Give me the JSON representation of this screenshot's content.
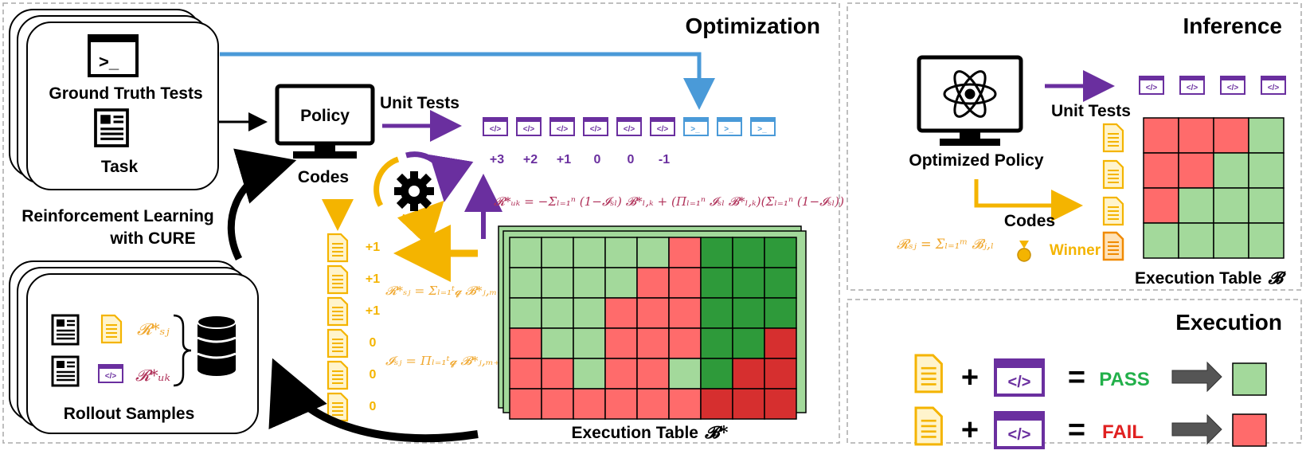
{
  "optimization": {
    "title": "Optimization",
    "ground_truth_tests_label": "Ground Truth Tests",
    "task_label": "Task",
    "policy_label": "Policy",
    "codes_label": "Codes",
    "unit_tests_label": "Unit Tests",
    "test_rewards": [
      "+3",
      "+2",
      "+1",
      "0",
      "0",
      "-1"
    ],
    "code_rewards": [
      "+1",
      "+1",
      "+1",
      "0",
      "0",
      "0"
    ],
    "rl_label_line1": "Reinforcement Learning",
    "rl_label_line2_prefix": "with ",
    "rl_label_line2_bold": "CURE",
    "rollout_label": "Rollout Samples",
    "execution_table_label": "Execution Table",
    "execution_table_symbol": "𝓑*",
    "formula_unit_test_reward": "𝓡*ᵤₖ = −Σₗ₌₁ⁿ (1−𝓘ₛₗ) 𝓑*ₗ,ₖ + (Πₗ₌₁ⁿ 𝓘ₛₗ 𝓑*ₗ,ₖ)(Σₗ₌₁ⁿ (1−𝓘ₛₗ))",
    "formula_code_reward": "𝓡*ₛⱼ = Σₗ₌₁ᵗ𝓺 𝓑*ⱼ,ₘ₊ₗ",
    "formula_indicator": "𝓘ₛⱼ = Πₗ₌₁ᵗ𝓺 𝓑*ⱼ,ₘ₊ₗ",
    "rollout_code_reward": "𝓡*ₛⱼ",
    "rollout_test_reward": "𝓡*ᵤₖ",
    "execution_matrix": [
      [
        "lg",
        "lg",
        "lg",
        "lg",
        "lg",
        "r",
        "dg",
        "dg",
        "dg"
      ],
      [
        "lg",
        "lg",
        "lg",
        "lg",
        "r",
        "r",
        "dg",
        "dg",
        "dg"
      ],
      [
        "lg",
        "lg",
        "lg",
        "r",
        "r",
        "r",
        "dg",
        "dg",
        "dg"
      ],
      [
        "r",
        "lg",
        "lg",
        "r",
        "r",
        "r",
        "dg",
        "dg",
        "dr"
      ],
      [
        "r",
        "r",
        "lg",
        "r",
        "r",
        "lg",
        "dg",
        "dr",
        "dr"
      ],
      [
        "r",
        "r",
        "r",
        "r",
        "r",
        "r",
        "dr",
        "dr",
        "dr"
      ]
    ]
  },
  "inference": {
    "title": "Inference",
    "optimized_policy_label": "Optimized Policy",
    "unit_tests_label": "Unit Tests",
    "codes_label": "Codes",
    "winner_label": "Winner",
    "execution_table_label": "Execution Table",
    "execution_table_symbol": "𝓑",
    "formula_code_score": "𝓡ₛⱼ = Σₗ₌₁ᵐ 𝓑ⱼ,ₗ",
    "execution_matrix": [
      [
        "r",
        "r",
        "r",
        "lg"
      ],
      [
        "r",
        "r",
        "lg",
        "lg"
      ],
      [
        "r",
        "lg",
        "lg",
        "lg"
      ],
      [
        "lg",
        "lg",
        "lg",
        "lg"
      ]
    ]
  },
  "execution": {
    "title": "Execution",
    "pass_label": "PASS",
    "fail_label": "FAIL",
    "plus": "+",
    "equals": "="
  },
  "colors": {
    "light_green": "#a3d99b",
    "dark_green": "#2e9a3a",
    "red": "#ff6b6b",
    "dark_red": "#d62f2f",
    "purple": "#6a2f9f",
    "blue": "#4a9ad8",
    "yellow": "#f4b400",
    "formula_red": "#b0325a",
    "formula_orange": "#f0a830",
    "pass_green": "#22b04a",
    "fail_red": "#e02020"
  }
}
